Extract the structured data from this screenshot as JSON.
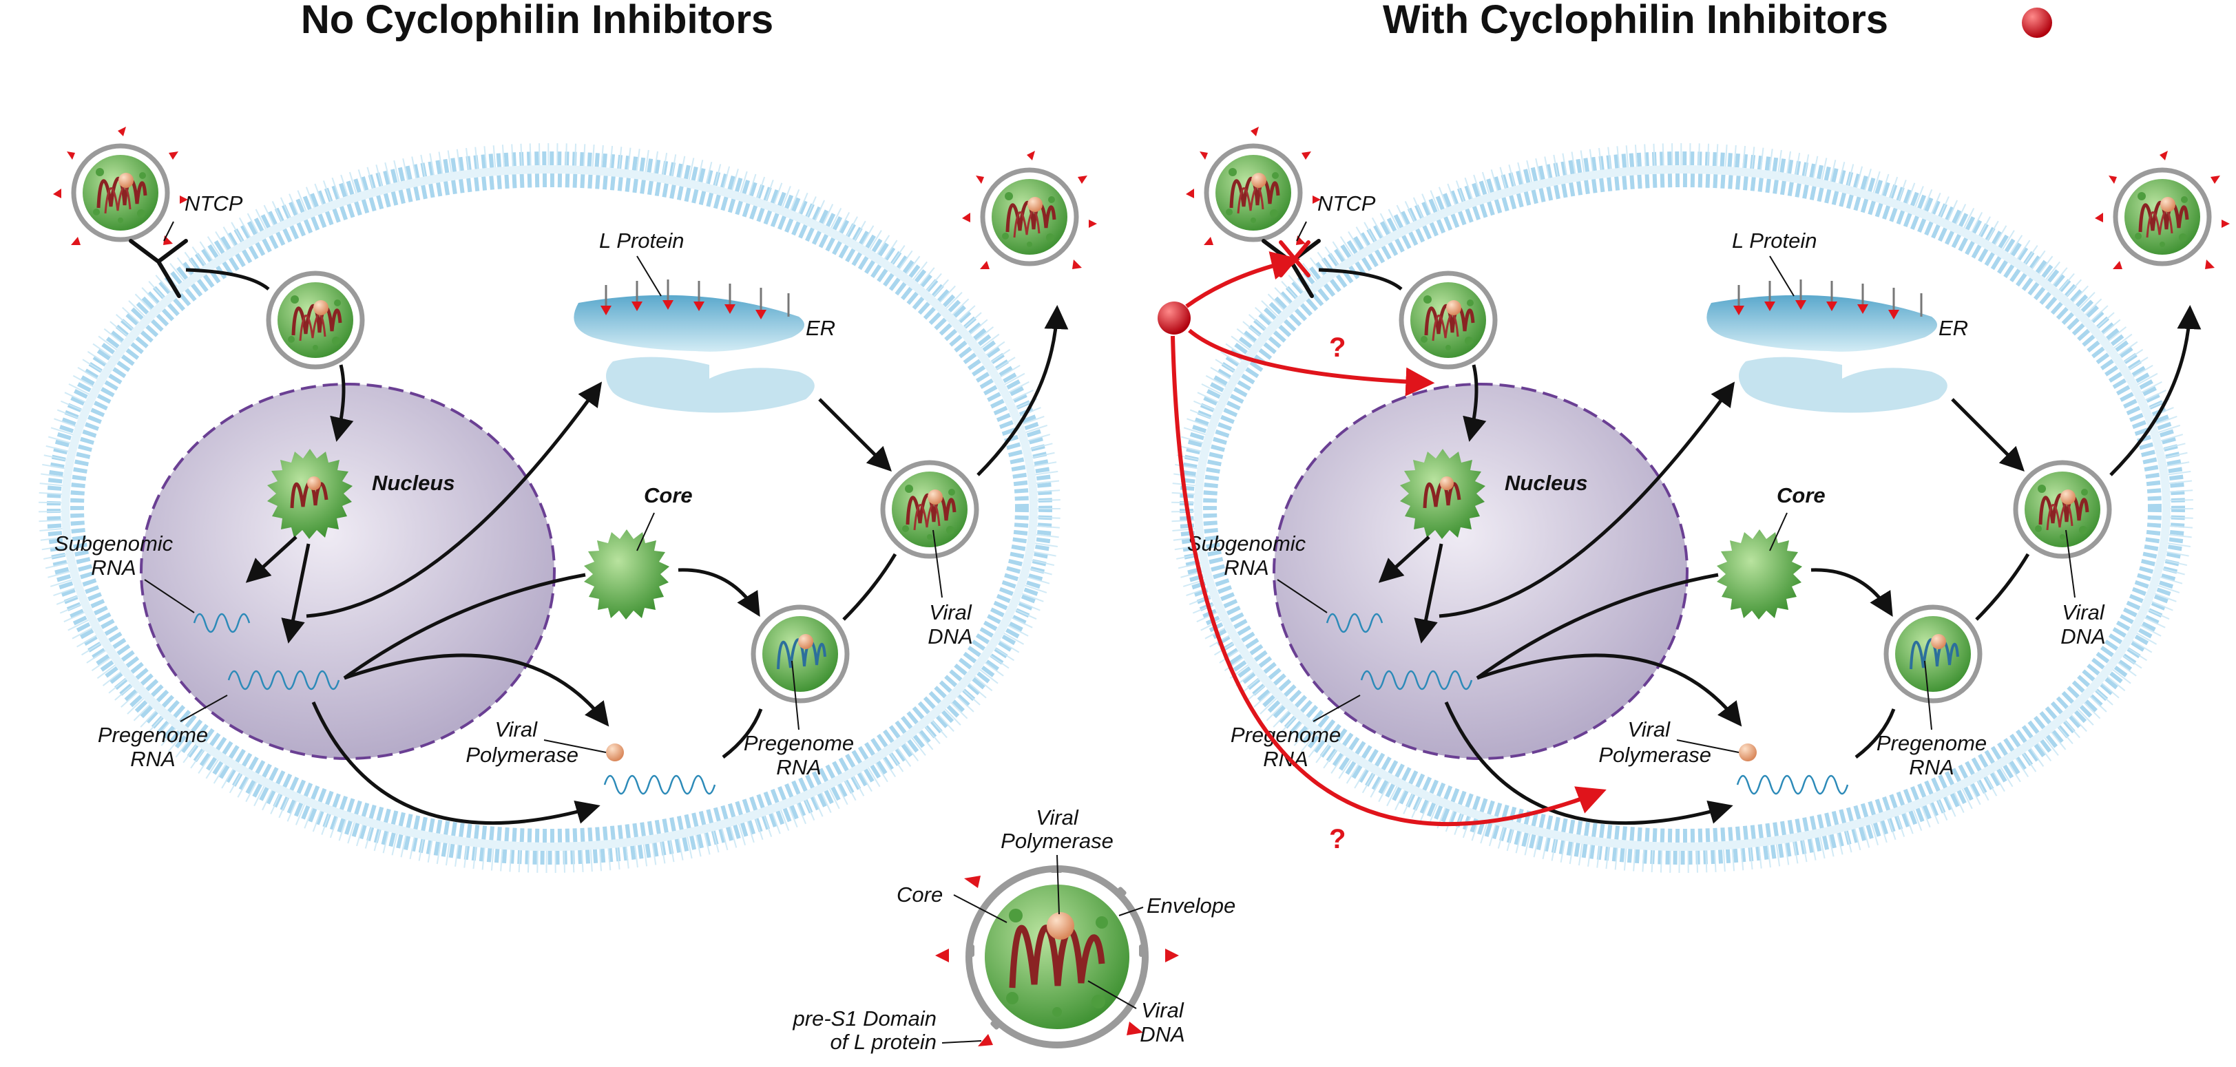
{
  "titles": {
    "left": "No Cyclophilin Inhibitors",
    "right": "With Cyclophilin Inhibitors"
  },
  "labels": {
    "ntcp": "NTCP",
    "l_protein": "L Protein",
    "er": "ER",
    "nucleus": "Nucleus",
    "core": "Core",
    "subgenomic_1": "Subgenomic",
    "subgenomic_2": "RNA",
    "pregenome_1": "Pregenome",
    "pregenome_2": "RNA",
    "viral_polymerase_1": "Viral",
    "viral_polymerase_2": "Polymerase",
    "viral_dna_1": "Viral",
    "viral_dna_2": "DNA",
    "question_mark": "?"
  },
  "legend": {
    "viral_polymerase_1": "Viral",
    "viral_polymerase_2": "Polymerase",
    "core": "Core",
    "envelope": "Envelope",
    "viral_dna_1": "Viral",
    "viral_dna_2": "DNA",
    "pres1_1": "pre-S1 Domain",
    "pres1_2": "of L protein"
  },
  "colors": {
    "membrane": "#a9d6ee",
    "nucleus": "#c7bfd6",
    "nucleus_border": "#6a3f93",
    "core_green": "#5fae4a",
    "dna": "#8a2323",
    "rna": "#2c8ab8",
    "inhibitor": "#d40f1e",
    "er": "#8cc8de",
    "arrow": "#111111"
  },
  "icons": [
    "virion-icon",
    "inhibitor-icon",
    "receptor-icon",
    "rna-wave-icon",
    "er-icon",
    "core-icon"
  ]
}
